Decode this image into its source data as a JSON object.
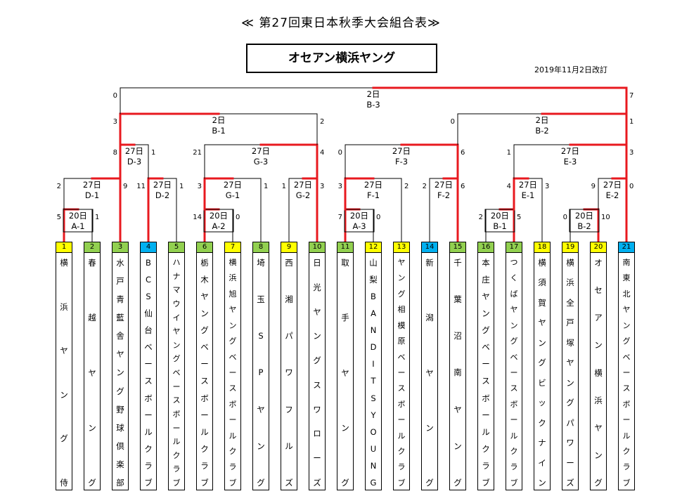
{
  "title": "≪ 第27回東日本秋季大会組合表≫",
  "champion": "オセアン横浜ヤング",
  "revised": "2019年11月2日改訂",
  "colors": {
    "win": "#e8191f",
    "line": "#000000",
    "yellow": "#ffff00",
    "green": "#92d050",
    "blue": "#00b0f0"
  },
  "games": [
    {
      "id": "A-1",
      "date": "20日",
      "score_l": "5",
      "score_r": "1"
    },
    {
      "id": "A-2",
      "date": "20日",
      "score_l": "14",
      "score_r": "0"
    },
    {
      "id": "A-3",
      "date": "20日",
      "score_l": "7",
      "score_r": "0"
    },
    {
      "id": "B-1",
      "date": "20日",
      "score_l": "2",
      "score_r": "5"
    },
    {
      "id": "B-2",
      "date": "20日",
      "score_l": "0",
      "score_r": "10"
    },
    {
      "id": "D-1",
      "date": "27日",
      "score_l": "2",
      "score_r": "9"
    },
    {
      "id": "D-2",
      "date": "27日",
      "score_l": "11",
      "score_r": "1"
    },
    {
      "id": "G-1",
      "date": "27日",
      "score_l": "3",
      "score_r": "1"
    },
    {
      "id": "G-2",
      "date": "27日",
      "score_l": "1",
      "score_r": "3"
    },
    {
      "id": "F-1",
      "date": "27日",
      "score_l": "3",
      "score_r": "2"
    },
    {
      "id": "F-2",
      "date": "27日",
      "score_l": "2",
      "score_r": "6"
    },
    {
      "id": "E-1",
      "date": "27日",
      "score_l": "4",
      "score_r": "3"
    },
    {
      "id": "E-2",
      "date": "27日",
      "score_l": "9",
      "score_r": "0"
    },
    {
      "id": "D-3",
      "date": "27日",
      "score_l": "8",
      "score_r": "1"
    },
    {
      "id": "G-3",
      "date": "27日",
      "score_l": "21",
      "score_r": "4"
    },
    {
      "id": "F-3",
      "date": "27日",
      "score_l": "0",
      "score_r": "6"
    },
    {
      "id": "E-3",
      "date": "27日",
      "score_l": "1",
      "score_r": "3"
    },
    {
      "id": "B-1",
      "date": "2日",
      "score_l": "3",
      "score_r": "2"
    },
    {
      "id": "B-2",
      "date": "2日",
      "score_l": "0",
      "score_r": "1"
    },
    {
      "id": "B-3",
      "date": "2日",
      "score_l": "0",
      "score_r": "7"
    }
  ],
  "teams": [
    {
      "num": "1",
      "color": "yellow",
      "name": "横浜ヤング侍"
    },
    {
      "num": "2",
      "color": "green",
      "name": "春越ヤング"
    },
    {
      "num": "3",
      "color": "green",
      "name": "水戸青藍舎ヤング野球倶楽部"
    },
    {
      "num": "4",
      "color": "blue",
      "name": "BCS仙台ベースボールクラブ"
    },
    {
      "num": "5",
      "color": "green",
      "name": "ハナマウイヤングベースボールクラブ"
    },
    {
      "num": "6",
      "color": "green",
      "name": "栃木ヤングベースボールクラブ"
    },
    {
      "num": "7",
      "color": "yellow",
      "name": "横浜旭ヤングベースボールクラブ"
    },
    {
      "num": "8",
      "color": "green",
      "name": "埼玉SPヤング"
    },
    {
      "num": "9",
      "color": "yellow",
      "name": "西湘パワフルズ"
    },
    {
      "num": "10",
      "color": "green",
      "name": "日光ヤングスワローズ"
    },
    {
      "num": "11",
      "color": "green",
      "name": "取手ヤング"
    },
    {
      "num": "12",
      "color": "yellow",
      "name": "山梨BANDITSYOUNG"
    },
    {
      "num": "13",
      "color": "yellow",
      "name": "ヤング相模原ベースボールクラブ"
    },
    {
      "num": "14",
      "color": "blue",
      "name": "新潟ヤング"
    },
    {
      "num": "15",
      "color": "green",
      "name": "千葉沼南ヤング"
    },
    {
      "num": "16",
      "color": "green",
      "name": "本庄ヤングベースボールクラブ"
    },
    {
      "num": "17",
      "color": "green",
      "name": "つくばヤングベースボールクラブ"
    },
    {
      "num": "18",
      "color": "yellow",
      "name": "横須賀ヤングビックナイン"
    },
    {
      "num": "19",
      "color": "yellow",
      "name": "横浜全戸塚ヤングパワーズ"
    },
    {
      "num": "20",
      "color": "yellow",
      "name": "オセアン横浜ヤング"
    },
    {
      "num": "21",
      "color": "blue",
      "name": "南東北ヤングベースボールクラブ"
    }
  ]
}
